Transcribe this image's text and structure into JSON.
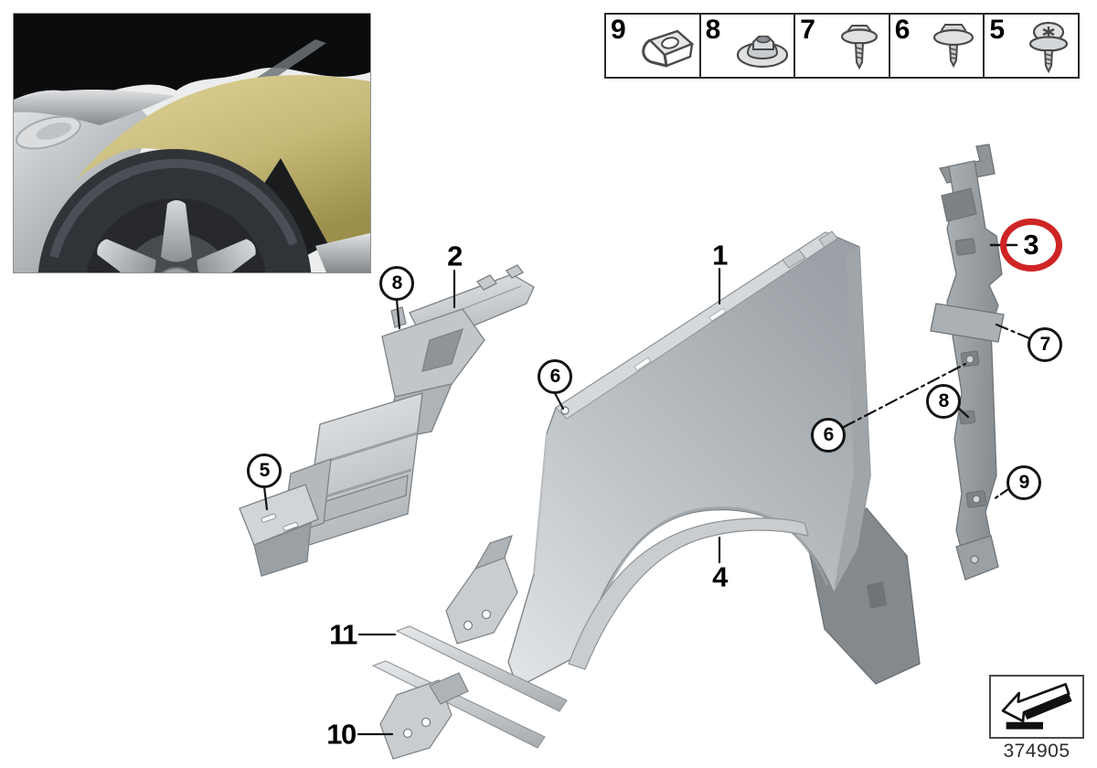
{
  "inset": {
    "name": "vehicle-front-fender-photo"
  },
  "legend": {
    "items": [
      {
        "number": "9",
        "icon": "clip-nut-icon"
      },
      {
        "number": "8",
        "icon": "flange-nut-icon"
      },
      {
        "number": "7",
        "icon": "hex-screw-washer-icon"
      },
      {
        "number": "6",
        "icon": "hex-screw-washer-icon"
      },
      {
        "number": "5",
        "icon": "torx-screw-washer-icon"
      }
    ]
  },
  "callouts": {
    "c1": {
      "label": "1",
      "style": "plain"
    },
    "c2": {
      "label": "2",
      "style": "plain"
    },
    "c3": {
      "label": "3",
      "style": "highlighted-red"
    },
    "c4": {
      "label": "4",
      "style": "plain"
    },
    "c5": {
      "label": "5",
      "style": "circled"
    },
    "c6_fender": {
      "label": "6",
      "style": "circled"
    },
    "c6_rail": {
      "label": "6",
      "style": "circled"
    },
    "c7": {
      "label": "7",
      "style": "circled"
    },
    "c8_duct": {
      "label": "8",
      "style": "circled"
    },
    "c8_rail": {
      "label": "8",
      "style": "circled"
    },
    "c9": {
      "label": "9",
      "style": "circled"
    },
    "c10": {
      "label": "10",
      "style": "plain"
    },
    "c11": {
      "label": "11",
      "style": "plain"
    }
  },
  "footer": {
    "part_number": "374905",
    "icon": "direction-arrow-icon"
  },
  "colors": {
    "highlight_red": "#ce2424",
    "fender_gold": "#c6ba79",
    "part_gray": "#b9bec2",
    "line_black": "#111111"
  }
}
